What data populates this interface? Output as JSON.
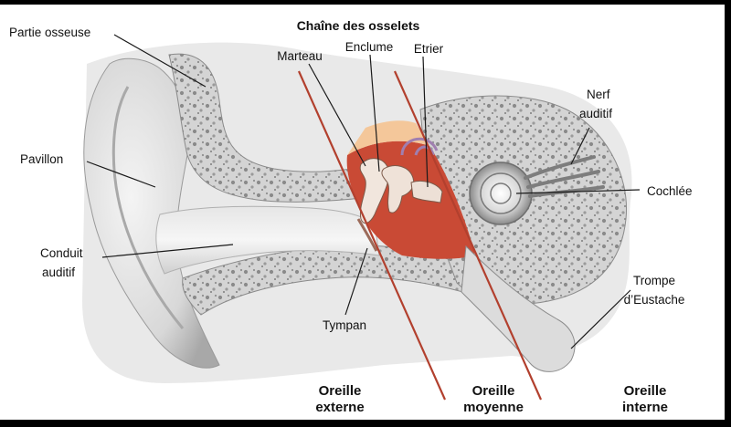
{
  "title": "Chaîne des osselets",
  "labels": {
    "partie_osseuse": "Partie osseuse",
    "pavillon": "Pavillon",
    "conduit_1": "Conduit",
    "conduit_2": "auditif",
    "marteau": "Marteau",
    "enclume": "Enclume",
    "etrier": "Etrier",
    "tympan": "Tympan",
    "nerf_1": "Nerf",
    "nerf_2": "auditif",
    "cochlee": "Cochlée",
    "trompe_1": "Trompe",
    "trompe_2": "d’Eustache"
  },
  "regions": {
    "externe_1": "Oreille",
    "externe_2": "externe",
    "moyenne_1": "Oreille",
    "moyenne_2": "moyenne",
    "interne_1": "Oreille",
    "interne_2": "interne"
  },
  "colors": {
    "divider": "#b2402e",
    "middle_ear": "#c94a35",
    "bone": "#cfcfcf",
    "skin": "#ececec"
  }
}
